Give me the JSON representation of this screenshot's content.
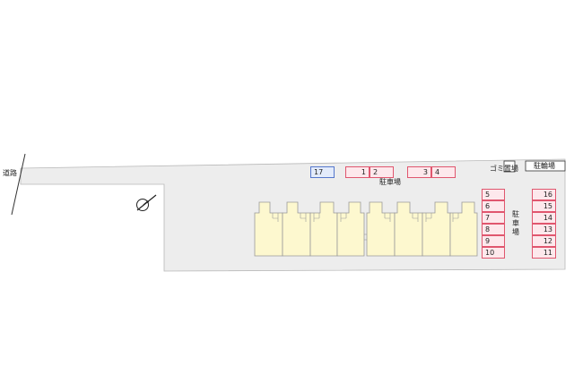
{
  "road_label": "道路",
  "parking_label": "駐車場",
  "parking_label_vertical": [
    "駐",
    "車",
    "場"
  ],
  "garbage_label": "ゴミ置場",
  "bicycle_label": "駐輪場",
  "spaces": {
    "s1": "1",
    "s2": "2",
    "s3": "3",
    "s4": "4",
    "s5": "5",
    "s6": "6",
    "s7": "7",
    "s8": "8",
    "s9": "9",
    "s10": "10",
    "s11": "11",
    "s12": "12",
    "s13": "13",
    "s14": "14",
    "s15": "15",
    "s16": "16",
    "s17": "17"
  },
  "colors": {
    "lot": "#ededed",
    "building": "#fdf8cf",
    "parking_border": "#e0566e",
    "parking_fill": "#fde8ec",
    "special_border": "#5577cc"
  }
}
